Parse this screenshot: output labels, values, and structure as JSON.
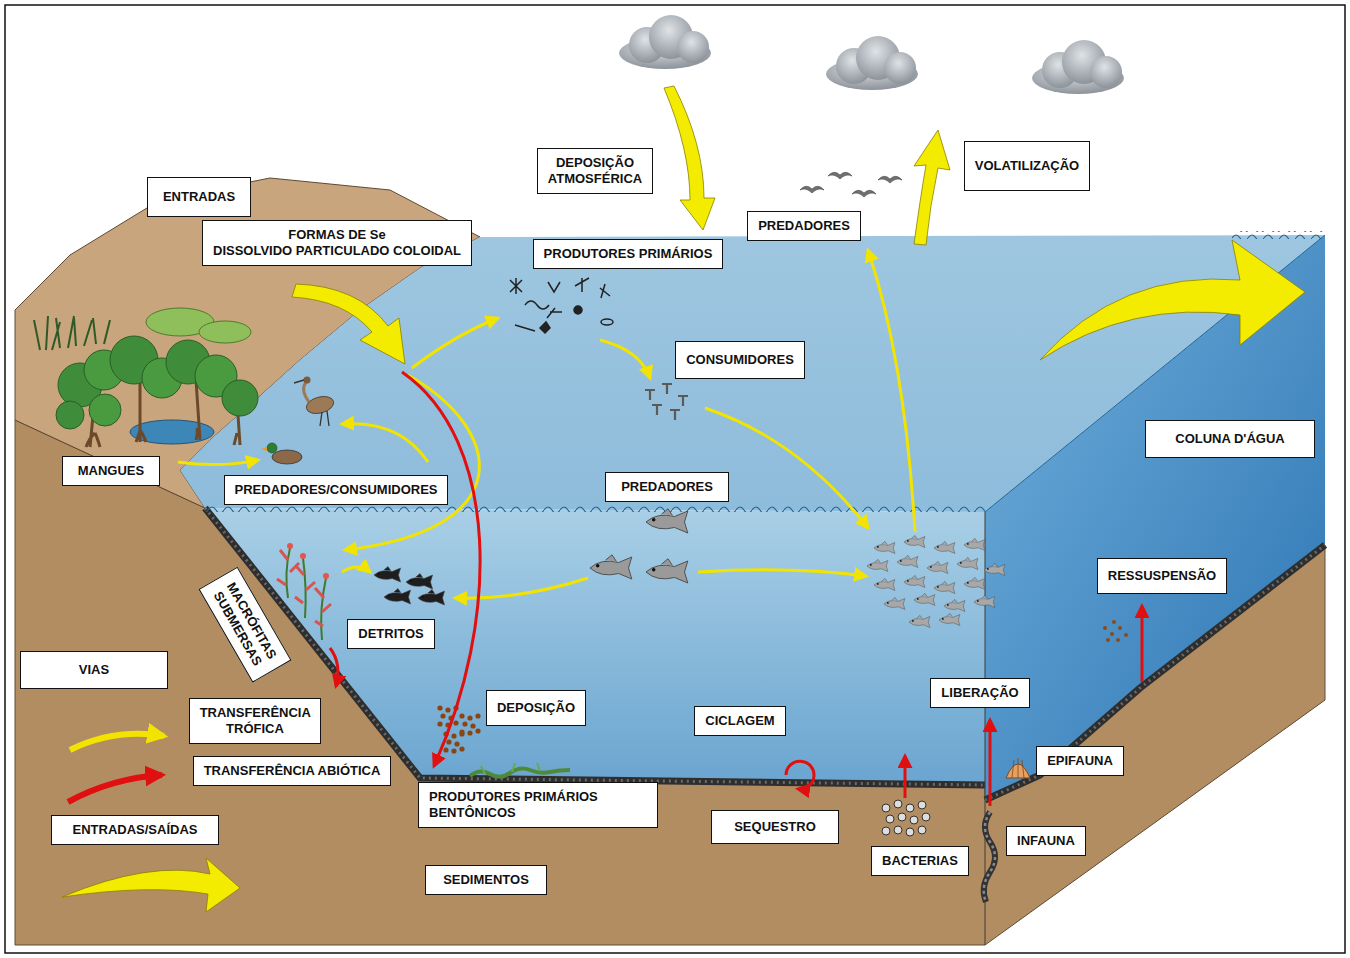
{
  "diagram": {
    "nodes": [
      {
        "text": [
          "DEPOSIÇÃO ATMOSFÉRICA"
        ]
      },
      {
        "text": [
          "VOLATILIZAÇÃO"
        ]
      },
      {
        "text": [
          "ENTRADAS"
        ]
      },
      {
        "text": [
          "FORMAS DE Se",
          "DISSOLVIDO PARTICULADO COLOIDAL"
        ]
      },
      {
        "text": [
          "PREDADORES"
        ]
      },
      {
        "text": [
          "PRODUTORES PRIMÁRIOS"
        ]
      },
      {
        "text": [
          "CONSUMIDORES"
        ]
      },
      {
        "text": [
          "COLUNA D'ÁGUA"
        ]
      },
      {
        "text": [
          "MANGUES"
        ]
      },
      {
        "text": [
          "PREDADORES/CONSUMIDORES"
        ]
      },
      {
        "text": [
          "PREDADORES"
        ]
      },
      {
        "text": [
          "RESSUSPENSÃO"
        ]
      },
      {
        "text": [
          "MACRÓFITAS SUBMERSAS"
        ]
      },
      {
        "text": [
          "DETRITOS"
        ]
      },
      {
        "text": [
          "VIAS"
        ]
      },
      {
        "text": [
          "LIBERAÇÃO"
        ]
      },
      {
        "text": [
          "DEPOSIÇÃO"
        ]
      },
      {
        "text": [
          "CICLAGEM"
        ]
      },
      {
        "text": [
          "EPIFAUNA"
        ]
      },
      {
        "text": [
          "PRODUTORES PRIMÁRIOS BENTÔNICOS"
        ]
      },
      {
        "text": [
          "SEQUESTRO"
        ]
      },
      {
        "text": [
          "INFAUNA"
        ]
      },
      {
        "text": [
          "BACTERIAS"
        ]
      },
      {
        "text": [
          "SEDIMENTOS"
        ]
      }
    ],
    "legend": [
      {
        "text": "TRANSFERÊNCIA TRÓFICA"
      },
      {
        "text": "TRANSFERÊNCIA ABIÓTICA"
      },
      {
        "text": "ENTRADAS/SAÍDAS"
      }
    ]
  }
}
